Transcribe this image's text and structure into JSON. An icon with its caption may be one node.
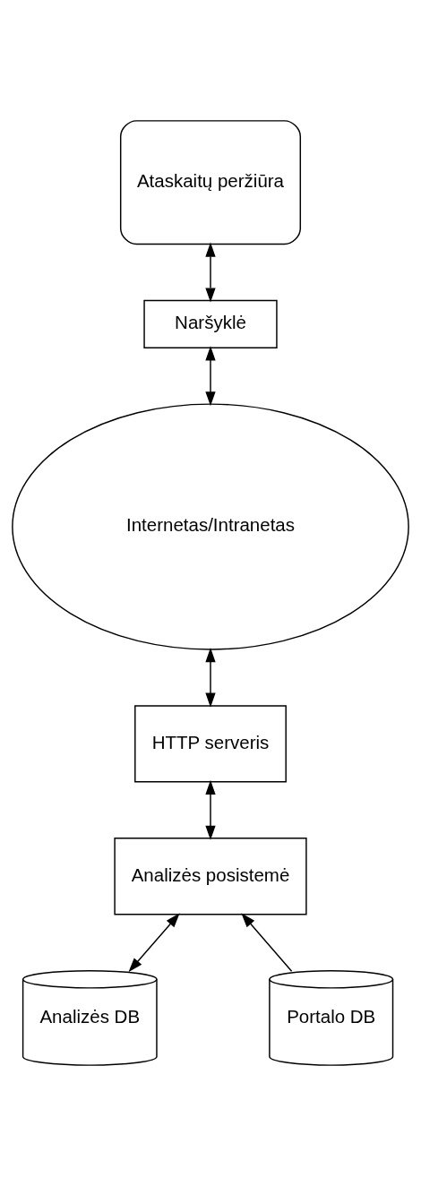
{
  "diagram": {
    "nodes": [
      {
        "text": [
          "Ataskaitų peržiūra"
        ]
      },
      {
        "text": [
          "Naršyklė"
        ]
      },
      {
        "text": [
          "Internetas/Intranetas"
        ]
      },
      {
        "text": [
          "HTTP serveris"
        ]
      },
      {
        "text": [
          "Analizės posistemė"
        ]
      },
      {
        "text": [
          "Analizės DB"
        ]
      },
      {
        "text": [
          "Portalo DB"
        ]
      }
    ],
    "edges": [
      {
        "from": 0,
        "to": 1,
        "arrow": "both"
      },
      {
        "from": 1,
        "to": 2,
        "arrow": "both"
      },
      {
        "from": 2,
        "to": 3,
        "arrow": "both"
      },
      {
        "from": 3,
        "to": 4,
        "arrow": "both"
      },
      {
        "from": 4,
        "to": 5,
        "arrow": "both"
      },
      {
        "from": 6,
        "to": 4,
        "arrow": "to"
      }
    ]
  }
}
